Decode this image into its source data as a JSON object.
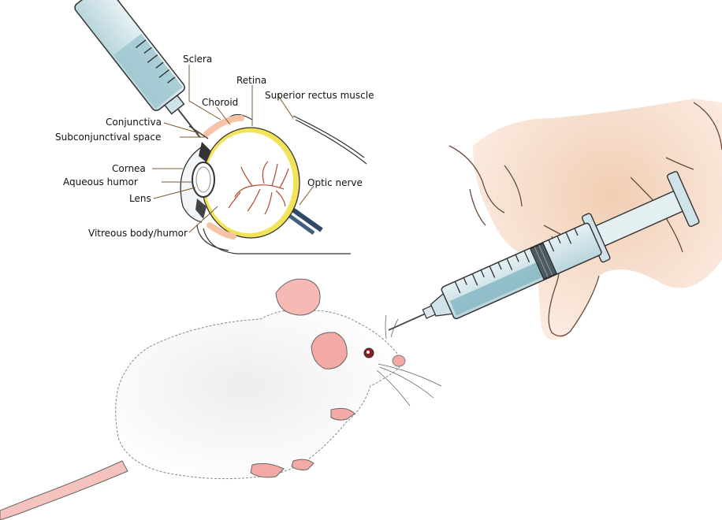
{
  "labels": {
    "sclera": "Sclera",
    "retina": "Retina",
    "choroid": "Choroid",
    "superior_rectus": "Superior rectus muscle",
    "conjunctiva": "Conjunctiva",
    "subconjunctival_space": "Subconjunctival space",
    "cornea": "Cornea",
    "aqueous_humor": "Aqueous humor",
    "lens": "Lens",
    "optic_nerve": "Optic nerve",
    "vitreous_body": "Vitreous body/humor"
  },
  "colors": {
    "syringe_barrel": "#cfe3e8",
    "syringe_liquid": "#7fb3c0",
    "sclera_yellow": "#f1e35a",
    "retina_vessels": "#b24a2c",
    "skin_pink": "#f3a9a6",
    "hand_skin": "#f3d8c5",
    "optic_nerve": "#2f4a66",
    "outline": "#333333"
  }
}
